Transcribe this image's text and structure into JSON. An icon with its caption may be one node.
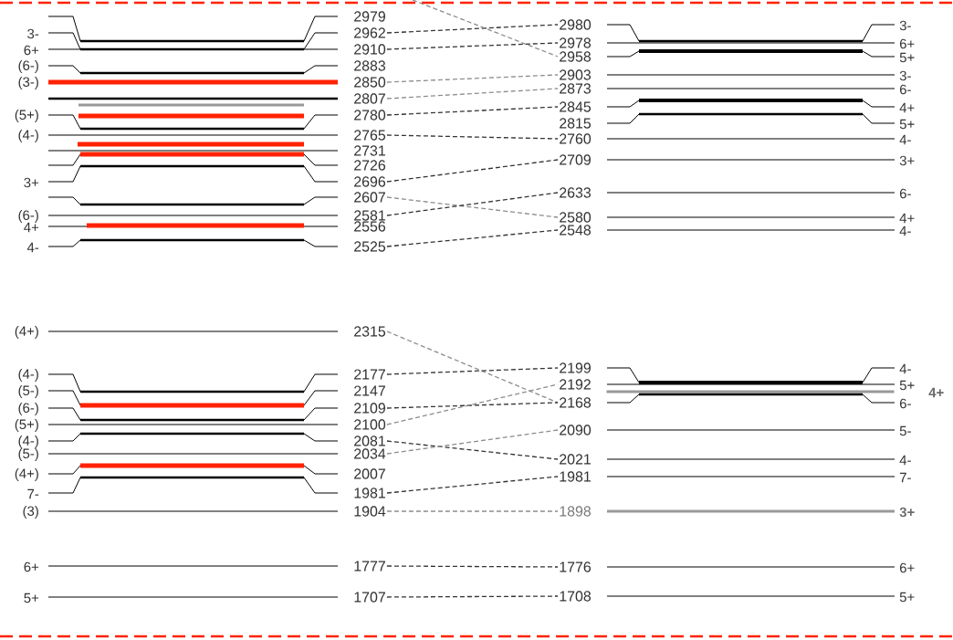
{
  "diagram": {
    "nodes": [
      {
        "text": [
          "2979"
        ]
      },
      {
        "text": [
          "3-",
          "2962"
        ]
      },
      {
        "text": [
          "6+",
          "2910"
        ]
      },
      {
        "text": [
          "(6-)",
          "2883"
        ]
      },
      {
        "text": [
          "(3-)",
          "2850"
        ]
      },
      {
        "text": [
          "2807"
        ]
      },
      {
        "text": [
          "(5+)",
          "2780"
        ]
      },
      {
        "text": [
          "(4-)",
          "2765"
        ]
      },
      {
        "text": [
          "2731"
        ]
      },
      {
        "text": [
          "2726"
        ]
      },
      {
        "text": [
          "3+",
          "2696"
        ]
      },
      {
        "text": [
          "2607"
        ]
      },
      {
        "text": [
          "(6-)",
          "2581"
        ]
      },
      {
        "text": [
          "4+",
          "2556"
        ]
      },
      {
        "text": [
          "4-",
          "2525"
        ]
      },
      {
        "text": [
          "2980",
          "3-"
        ]
      },
      {
        "text": [
          "2978",
          "6+"
        ]
      },
      {
        "text": [
          "2958",
          "5+"
        ]
      },
      {
        "text": [
          "2903",
          "3-"
        ]
      },
      {
        "text": [
          "2873",
          "6-"
        ]
      },
      {
        "text": [
          "2845",
          "4+"
        ]
      },
      {
        "text": [
          "2815",
          "5+"
        ]
      },
      {
        "text": [
          "2760",
          "4-"
        ]
      },
      {
        "text": [
          "2709",
          "3+"
        ]
      },
      {
        "text": [
          "2633",
          "6-"
        ]
      },
      {
        "text": [
          "2580",
          "4+"
        ]
      },
      {
        "text": [
          "2548",
          "4-"
        ]
      },
      {
        "text": [
          "(4+)",
          "2315"
        ]
      },
      {
        "text": [
          "(4-)",
          "2177"
        ]
      },
      {
        "text": [
          "(5-)",
          "2147"
        ]
      },
      {
        "text": [
          "(6-)",
          "2109"
        ]
      },
      {
        "text": [
          "(5+)",
          "2100"
        ]
      },
      {
        "text": [
          "(4-)",
          "2081"
        ]
      },
      {
        "text": [
          "(5-)",
          "2034"
        ]
      },
      {
        "text": [
          "(4+)",
          "2007"
        ]
      },
      {
        "text": [
          "7-",
          "1981"
        ]
      },
      {
        "text": [
          "(3)",
          "1904"
        ]
      },
      {
        "text": [
          "6+",
          "1777"
        ]
      },
      {
        "text": [
          "5+",
          "1707"
        ]
      },
      {
        "text": [
          "2199",
          "4-"
        ]
      },
      {
        "text": [
          "2192",
          "5+"
        ]
      },
      {
        "text": [
          "4+"
        ]
      },
      {
        "text": [
          "2168",
          "6-"
        ]
      },
      {
        "text": [
          "2090",
          "5-"
        ]
      },
      {
        "text": [
          "2021",
          "4-"
        ]
      },
      {
        "text": [
          "1981",
          "7-"
        ]
      },
      {
        "text": [
          "1898",
          "3+"
        ]
      },
      {
        "text": [
          "1776",
          "6+"
        ]
      },
      {
        "text": [
          "1708",
          "5+"
        ]
      }
    ],
    "edges": [
      {
        "from": 1,
        "to": 15,
        "arrow": "none",
        "style": "dashed"
      },
      {
        "from": 2,
        "to": 16,
        "arrow": "none",
        "style": "dashed"
      },
      {
        "from": null,
        "to": 17,
        "arrow": "none",
        "style": "dashed",
        "color": "#8c8c8c"
      },
      {
        "from": 4,
        "to": 18,
        "arrow": "none",
        "style": "dashed",
        "color": "#8c8c8c"
      },
      {
        "from": 5,
        "to": 19,
        "arrow": "none",
        "style": "dashed",
        "color": "#8c8c8c"
      },
      {
        "from": 6,
        "to": 20,
        "arrow": "none",
        "style": "dashed"
      },
      {
        "from": 7,
        "to": 22,
        "arrow": "none",
        "style": "dashed"
      },
      {
        "from": 10,
        "to": 23,
        "arrow": "none",
        "style": "dashed"
      },
      {
        "from": 11,
        "to": 25,
        "arrow": "none",
        "style": "dashed",
        "color": "#8c8c8c"
      },
      {
        "from": 12,
        "to": 24,
        "arrow": "none",
        "style": "dashed"
      },
      {
        "from": 14,
        "to": 26,
        "arrow": "none",
        "style": "dashed"
      },
      {
        "from": 27,
        "to": 42,
        "arrow": "none",
        "style": "dashed",
        "color": "#8c8c8c"
      },
      {
        "from": 28,
        "to": 39,
        "arrow": "none",
        "style": "dashed"
      },
      {
        "from": 30,
        "to": 42,
        "arrow": "none",
        "style": "dashed"
      },
      {
        "from": 31,
        "to": 40,
        "arrow": "none",
        "style": "dashed",
        "color": "#8c8c8c"
      },
      {
        "from": 32,
        "to": 44,
        "arrow": "none",
        "style": "dashed"
      },
      {
        "from": 33,
        "to": 43,
        "arrow": "none",
        "style": "dashed",
        "color": "#8c8c8c"
      },
      {
        "from": 35,
        "to": 45,
        "arrow": "none",
        "style": "dashed"
      },
      {
        "from": 36,
        "to": 46,
        "arrow": "none",
        "style": "dashed",
        "color": "#8c8c8c"
      },
      {
        "from": 37,
        "to": 47,
        "arrow": "none",
        "style": "dashed"
      },
      {
        "from": 38,
        "to": 48,
        "arrow": "none",
        "style": "dashed"
      }
    ]
  }
}
